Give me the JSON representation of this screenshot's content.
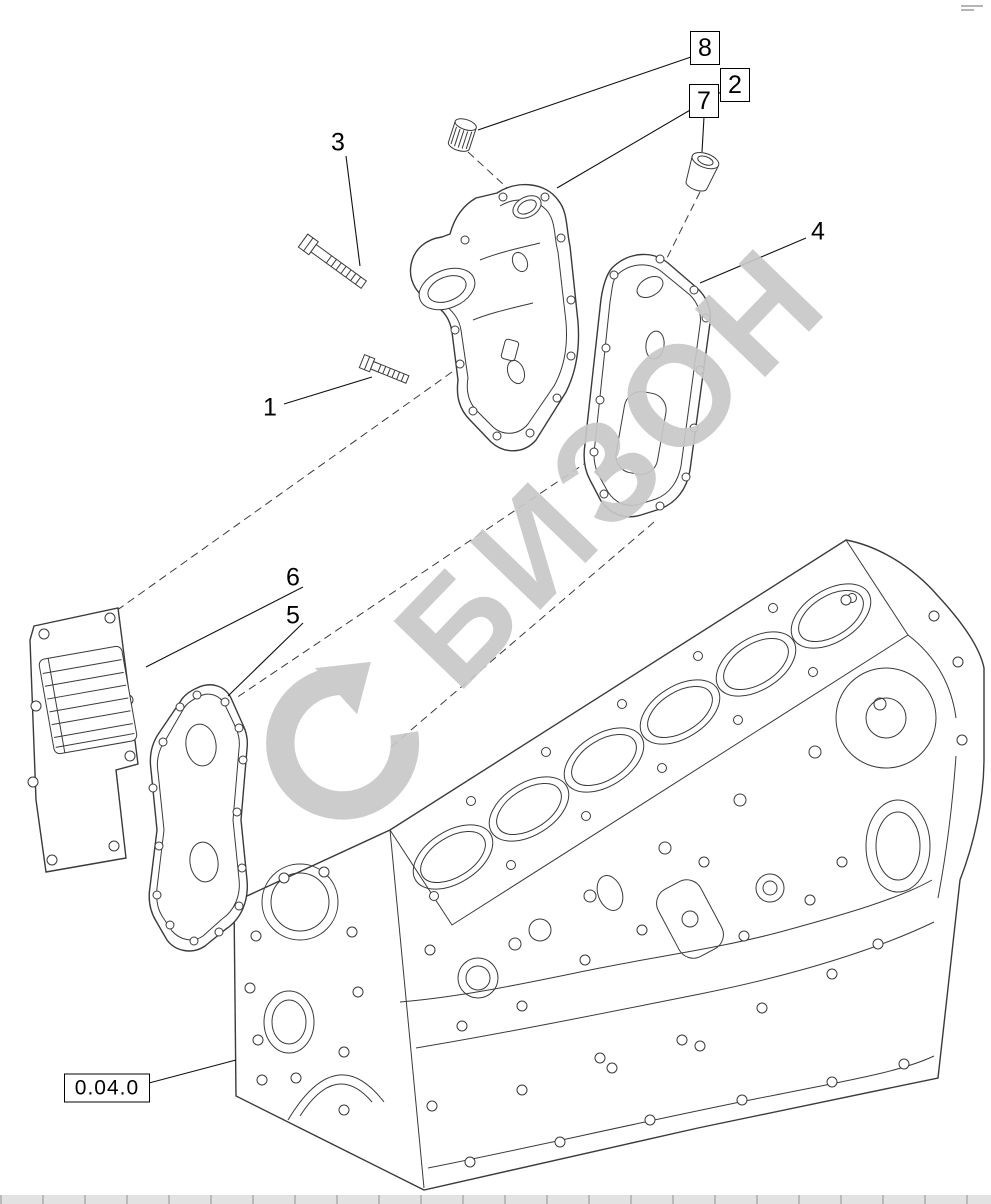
{
  "figure": {
    "background": "#ffffff",
    "line_color": "#3a3a3a",
    "watermark": {
      "text": "БИЗОН",
      "color": "#c8c8c8"
    }
  },
  "callouts": {
    "item1": {
      "label": "1"
    },
    "item2": {
      "label": "2"
    },
    "item3": {
      "label": "3"
    },
    "item4": {
      "label": "4"
    },
    "item5": {
      "label": "5"
    },
    "item6": {
      "label": "6"
    },
    "item7": {
      "label": "7"
    },
    "item8": {
      "label": "8"
    },
    "section_ref": {
      "label": "0.04.0"
    }
  }
}
